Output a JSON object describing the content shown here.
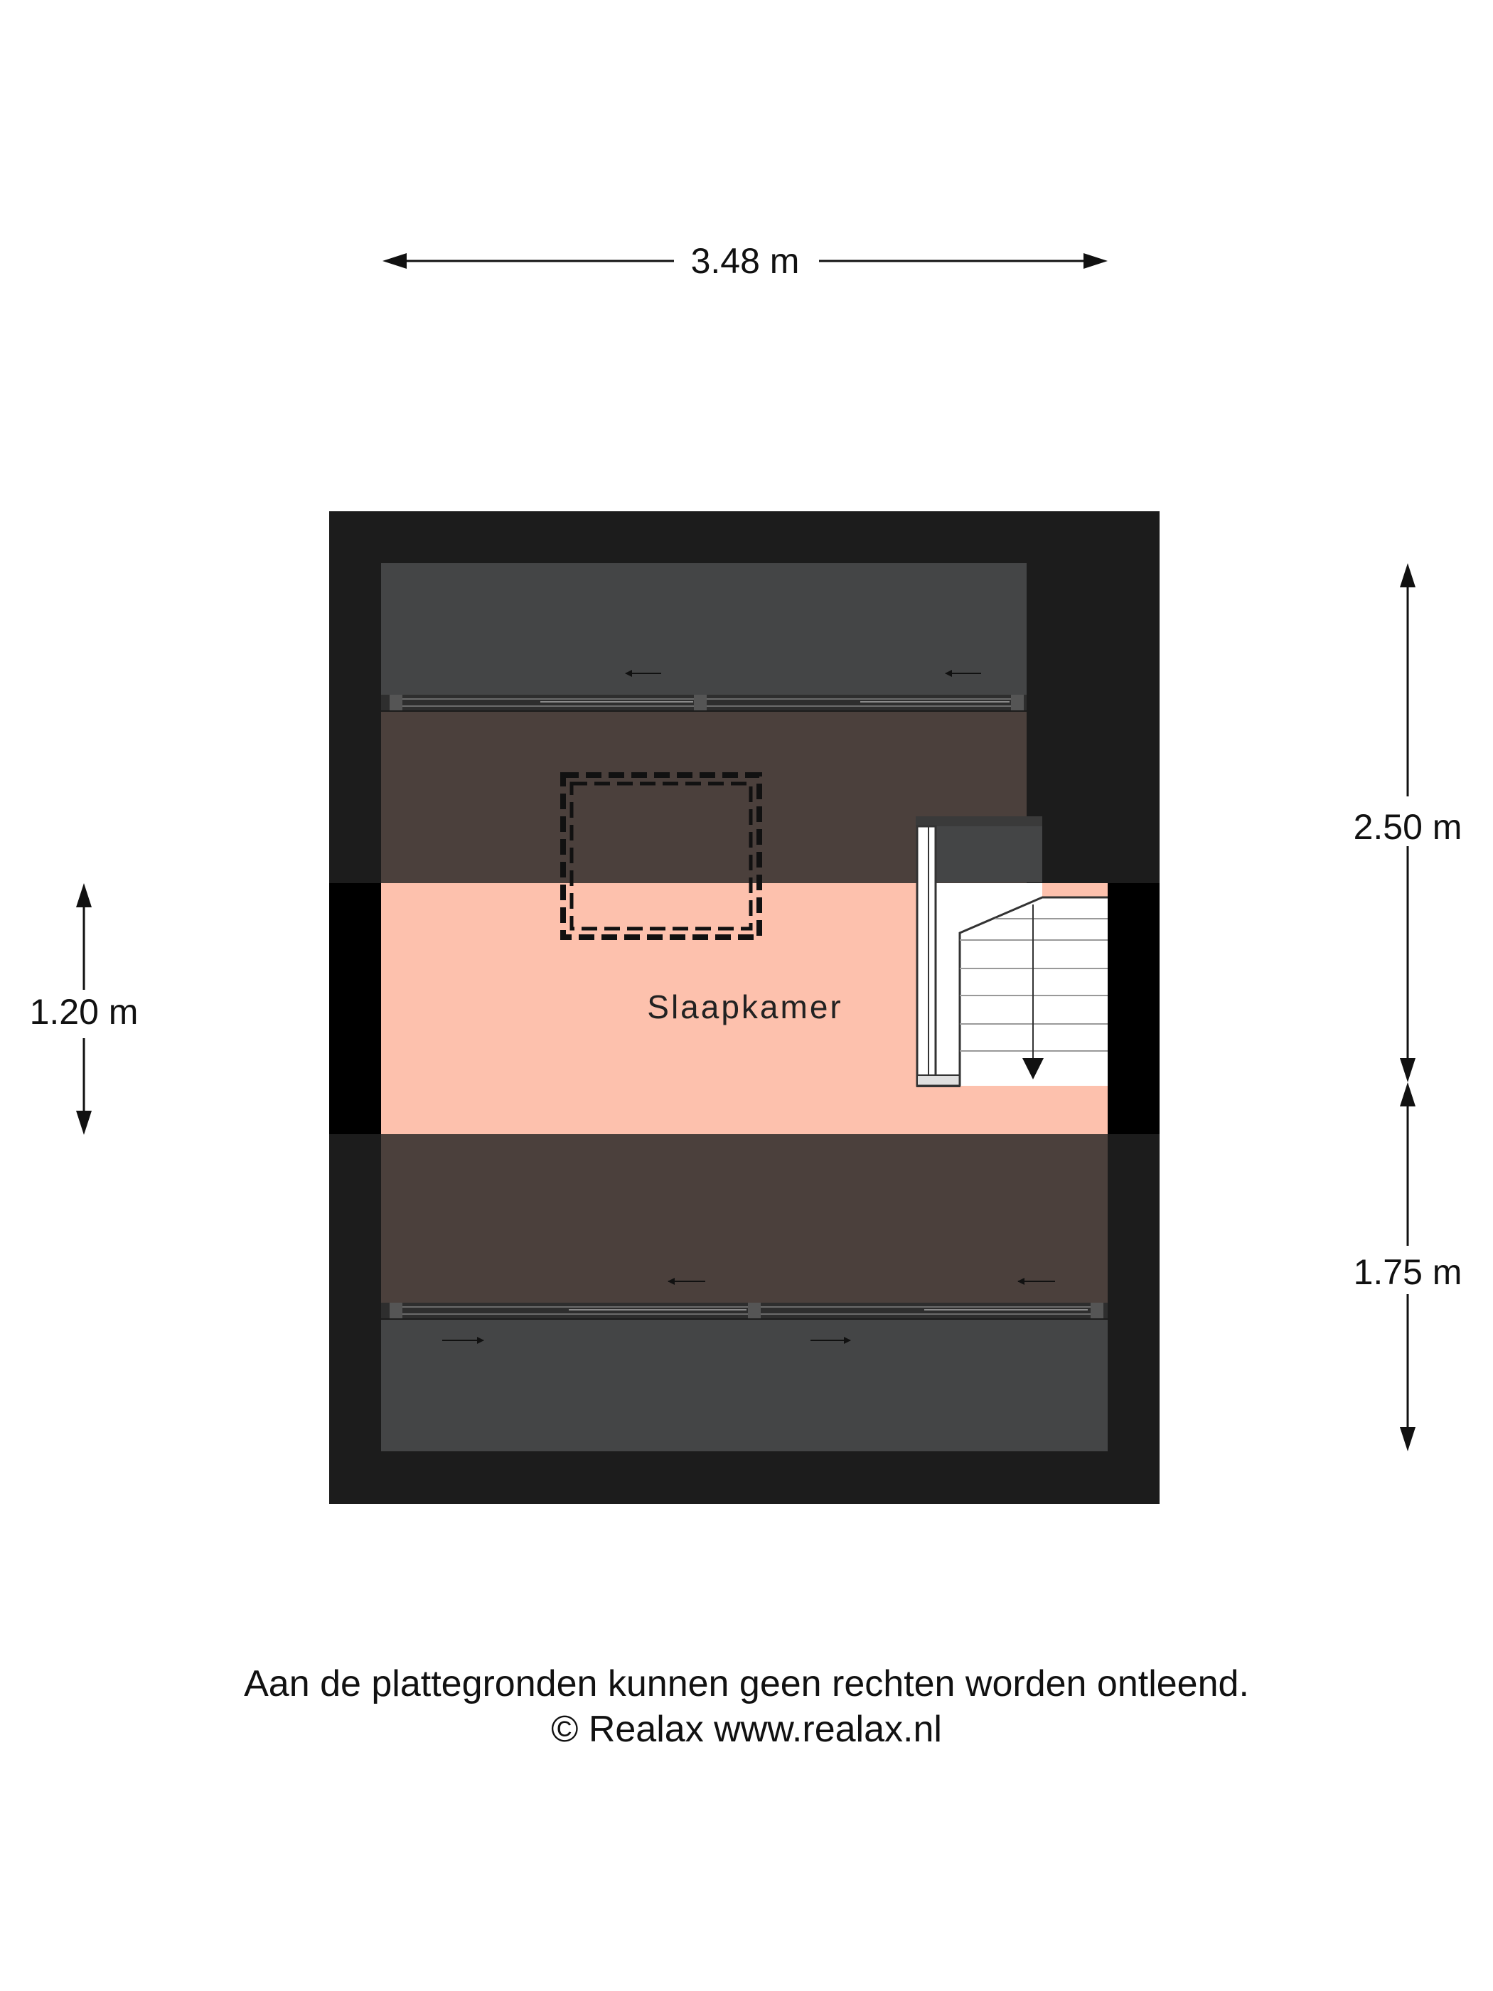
{
  "dimensions": {
    "width_total": "3.48 m",
    "height_upper": "2.50 m",
    "height_lower": "1.75 m",
    "height_room": "1.20 m"
  },
  "rooms": {
    "main_label": "Slaapkamer"
  },
  "footer": {
    "disclaimer": "Aan de plattegronden kunnen geen rechten worden ontleend.",
    "copyright": "© Realax www.realax.nl"
  },
  "colors": {
    "wall": "#1c1c1c",
    "roof_panel": "#444546",
    "low_ceiling": "#4b403c",
    "room_floor": "#fdc1ad",
    "stair": "#ffffff"
  }
}
